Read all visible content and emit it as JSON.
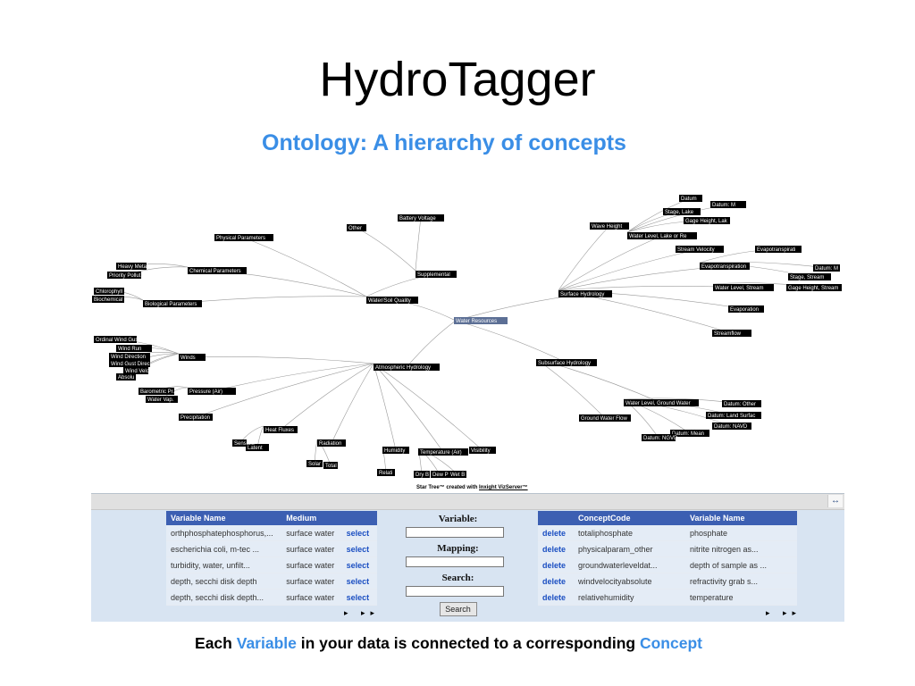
{
  "title": "HydroTagger",
  "subtitle": "Ontology: A hierarchy of concepts",
  "tree": {
    "root": "Water Resources",
    "branches": [
      "Water/Soil Quality",
      "Supplemental",
      "Battery Voltage",
      "Other",
      "Physical Parameters",
      "Chemical Parameters",
      "Biological Parameters",
      "Heavy Metals",
      "Priority Pollut.",
      "Chlorophyll",
      "Biochemical",
      "Atmospheric Hydrology",
      "Winds",
      "Ordinal Wind Gust Vel",
      "Wind Run",
      "Wind Direction",
      "Wind Gust Direc",
      "Wind Velo",
      "Absolu",
      "Pressure (Air)",
      "Barometric Pr.",
      "Water Vap.",
      "Precipitation",
      "Heat Fluxes",
      "Latent",
      "Sensible",
      "Radiation",
      "Solar",
      "Total",
      "Humidity",
      "Relati",
      "Temperature (Air)",
      "Dry B",
      "Dew P",
      "Wet B",
      "Visibility",
      "Surface Hydrology",
      "Wave Height",
      "Water Level, Lake or Re",
      "Stage, Lake",
      "Gage Height, Lak",
      "Datum: M",
      "Datum",
      "Stream Velocity",
      "Evapotranspiration",
      "Evapotranspirati",
      "Stage, Stream",
      "Datum: M",
      "Water Level, Stream",
      "Gage Height, Stream",
      "Evaporation",
      "Streamflow",
      "Subsurface Hydrology",
      "Ground Water Flow",
      "Water Level, Ground Water",
      "Datum: Other",
      "Datum: Land Surfac",
      "Datum: NAVD",
      "Datum: Mean",
      "Datum: NGVD"
    ]
  },
  "credit": {
    "prefix": "Star Tree™ created with",
    "link": "Inxight VizServer™"
  },
  "app": {
    "top_button": "↔",
    "left_table": {
      "headers": [
        "Variable Name",
        "Medium",
        ""
      ],
      "rows": [
        [
          "orthphosphatephosphorus,...",
          "surface water",
          "select"
        ],
        [
          "escherichia coli, m-tec ...",
          "surface water",
          "select"
        ],
        [
          "turbidity, water, unfilt...",
          "surface water",
          "select"
        ],
        [
          "depth, secchi disk depth",
          "surface water",
          "select"
        ],
        [
          "depth, secchi disk depth...",
          "surface water",
          "select"
        ]
      ],
      "pager": "▸ ▸▸"
    },
    "form": {
      "variable_label": "Variable:",
      "variable_value": "",
      "mapping_label": "Mapping:",
      "mapping_value": "",
      "search_label": "Search:",
      "search_value": "",
      "search_button": "Search"
    },
    "right_table": {
      "headers": [
        "",
        "ConceptCode",
        "Variable Name"
      ],
      "rows": [
        [
          "delete",
          "totaliphosphate",
          "phosphate"
        ],
        [
          "delete",
          "physicalparam_other",
          "nitrite nitrogen as..."
        ],
        [
          "delete",
          "groundwaterleveldat...",
          "depth of sample as ..."
        ],
        [
          "delete",
          "windvelocityabsolute",
          "refractivity grab s..."
        ],
        [
          "delete",
          "relativehumidity",
          "temperature"
        ]
      ],
      "pager": "▸ ▸▸"
    }
  },
  "bottom": {
    "part1": "Each ",
    "highlight1": "Variable",
    "part2": " in your data is connected to a corresponding ",
    "highlight2": "Concept"
  },
  "colors": {
    "accent": "#3a8ee6",
    "table_header": "#3c5fb2",
    "panel_bg": "#d8e4f2",
    "node_bg": "#000000",
    "root_bg": "#5c6f95"
  }
}
